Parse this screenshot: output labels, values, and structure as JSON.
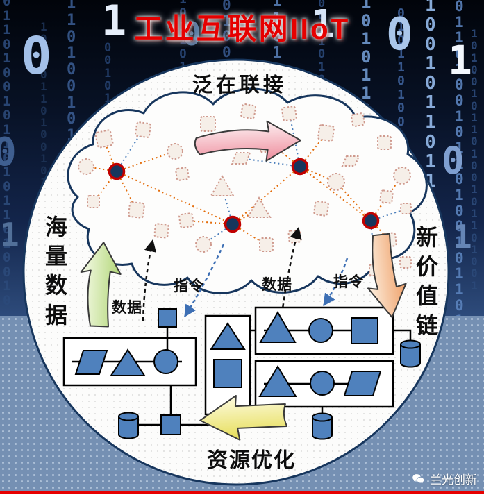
{
  "title": "工业互联网IIoT",
  "cloud_label": "泛在联接",
  "side_labels": {
    "left": "海量数据",
    "right": "新价值链"
  },
  "bottom_label": "资源优化",
  "flow_labels": {
    "data_left": "数据",
    "cmd_left": "指令",
    "data_right": "数据",
    "cmd_right": "指令"
  },
  "watermark": {
    "brand": "兰光创新",
    "icon": "wechat-icon"
  },
  "colors": {
    "title_red": "#e60000",
    "outline_navy": "#17365d",
    "hub_fill": "#17365d",
    "hub_ring": "#c00000",
    "network_link_orange": "#e36c0a",
    "network_link_blue": "#4a7ebb",
    "machine_shape_blue": "#4f81bd",
    "dotted_shape_stroke": "#cf9a8e",
    "arrow_pink": "#ee8c9c",
    "arrow_green": "#b2d678",
    "arrow_peach": "#efa069",
    "arrow_yellow": "#e6dd55",
    "band_blue": "#7590b3",
    "bottom_line_red": "#e60000"
  },
  "background": {
    "columns": [
      "0110100101101011010010",
      "1001011010010110100101",
      "1101001011010010110100",
      "0010110100101101001011",
      "1011010010110100101101",
      "0100101101001011010010",
      "1101011010010110100101",
      "0011010010110100101101",
      "1010110100101101011010",
      "0101101001011010010110",
      "1001011011010010110101",
      "0110100101101001011010",
      "1010010110100101101001"
    ],
    "big_digits": [
      "0",
      "1",
      "0",
      "1",
      "0",
      "1",
      "0",
      "1",
      "0",
      "1"
    ]
  }
}
